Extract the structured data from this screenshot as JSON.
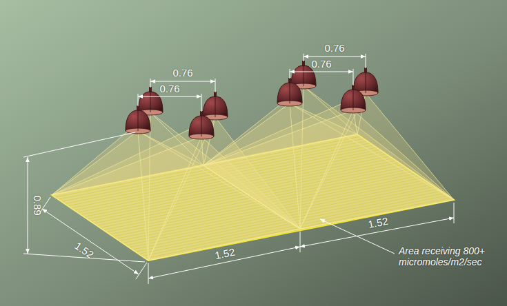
{
  "diagram": {
    "labels": [
      "0.76",
      "0.76",
      "0.76",
      "0.76",
      "0.89",
      "1.52",
      "1.52",
      "1.52",
      "Area receiving 800+ micromoles/m2/sec"
    ]
  }
}
